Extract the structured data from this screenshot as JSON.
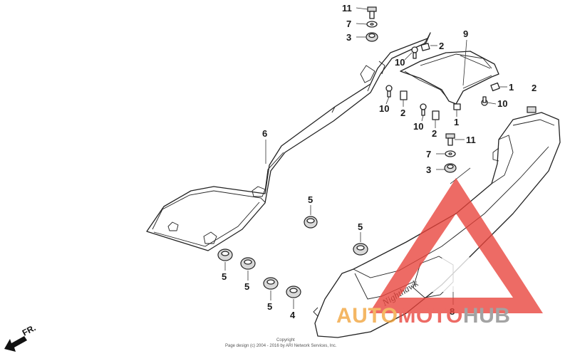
{
  "callouts": {
    "c11a": "11",
    "c7a": "7",
    "c3a": "3",
    "c2a": "2",
    "c9": "9",
    "c10a": "10",
    "c1a": "1",
    "c2b": "2",
    "c10b": "10",
    "c2c": "2",
    "c10c": "10",
    "c2d": "2",
    "c1b": "1",
    "c10d": "10",
    "c6": "6",
    "c11b": "11",
    "c7b": "7",
    "c3b": "3",
    "c5a": "5",
    "c5b": "5",
    "c5c": "5",
    "c5d": "5",
    "c5e": "5",
    "c4": "4",
    "c8": "8"
  },
  "copyright": {
    "line1": "Copyright",
    "line2": "Page design (c) 2004 - 2016 by ARI Network Services, Inc."
  },
  "direction_label": "FR.",
  "badge_text": "Nighthawk",
  "watermark": {
    "part1": "AUTO",
    "part2": "MOTO",
    "part3": "HUB",
    "color_red": "#e8423a",
    "color_orange": "#f2a33a",
    "color_gray": "#8a8a8a"
  }
}
